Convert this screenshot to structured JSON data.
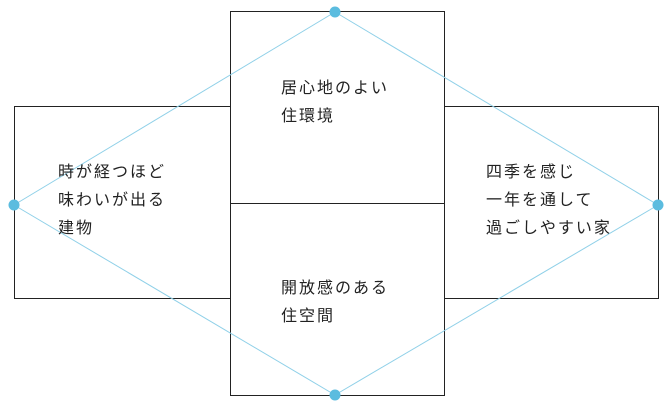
{
  "colors": {
    "box_stroke": "#222222",
    "diamond_line": "#8fd0e8",
    "node_fill": "#5bbcdf"
  },
  "cells": {
    "top": {
      "lines": [
        "居心地のよい",
        "住環境"
      ]
    },
    "left": {
      "lines": [
        "時が経つほど",
        "味わいが出る",
        "建物"
      ]
    },
    "right": {
      "lines": [
        "四季を感じ",
        "一年を通して",
        "過ごしやすい家"
      ]
    },
    "bottom": {
      "lines": [
        "開放感のある",
        "住空間"
      ]
    }
  }
}
